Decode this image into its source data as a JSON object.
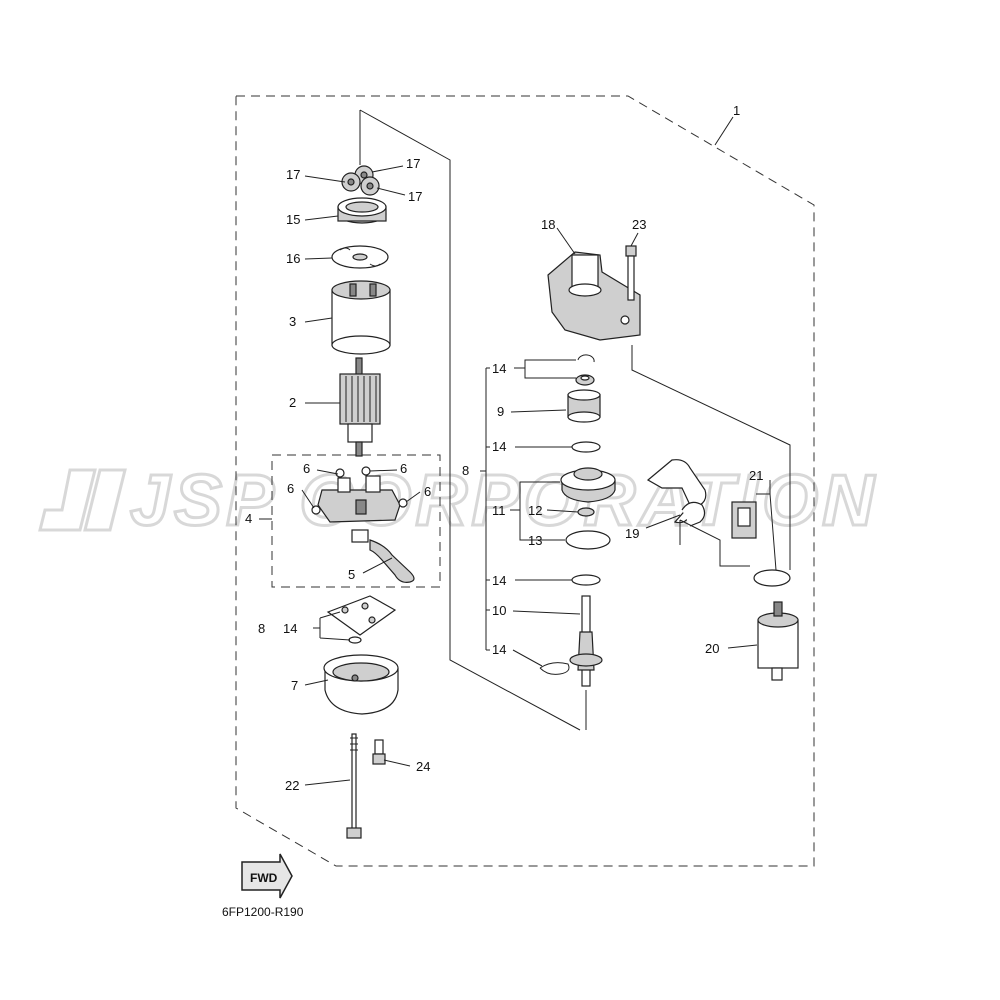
{
  "watermark": "JSP CORPORATION",
  "reference_code": "6FP1200-R190",
  "fwd_arrow_label": "FWD",
  "callouts": {
    "c1": "1",
    "c2": "2",
    "c3": "3",
    "c4": "4",
    "c5": "5",
    "c6a": "6",
    "c6b": "6",
    "c6c": "6",
    "c6d": "6",
    "c7": "7",
    "c8a": "8",
    "c8b": "8",
    "c9": "9",
    "c10": "10",
    "c11": "11",
    "c12": "12",
    "c13": "13",
    "c14a": "14",
    "c14b": "14",
    "c14c": "14",
    "c14d": "14",
    "c14e": "14",
    "c15": "15",
    "c16": "16",
    "c17a": "17",
    "c17b": "17",
    "c17c": "17",
    "c18": "18",
    "c19": "19",
    "c20": "20",
    "c21": "21",
    "c22": "22",
    "c23": "23",
    "c24": "24"
  }
}
